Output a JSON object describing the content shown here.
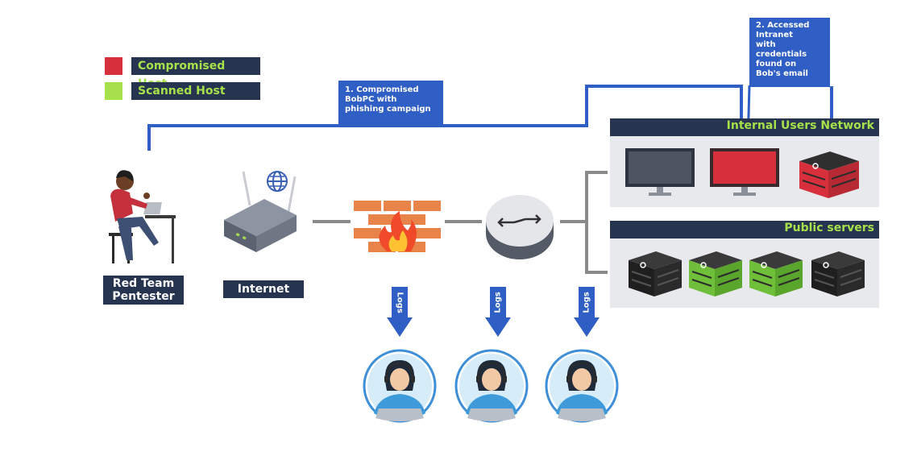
{
  "legend": {
    "items": [
      {
        "label": "Compromised Host",
        "color": "#d7303c"
      },
      {
        "label": "Scanned Host",
        "color": "#a6e04a"
      }
    ]
  },
  "callouts": {
    "step1": {
      "lines": [
        "1. Compromised",
        "BobPC with",
        "phishing campaign"
      ]
    },
    "step2": {
      "lines": [
        "2. Accessed",
        "Intranet",
        "with",
        "credentials",
        "found on",
        "Bob's email"
      ]
    }
  },
  "nodes": {
    "pentester": {
      "lines": [
        "Red Team",
        "Pentester"
      ]
    },
    "internet": {
      "label": "Internet"
    }
  },
  "panels": {
    "internal": {
      "title": "Internal Users Network"
    },
    "public": {
      "title": "Public servers"
    }
  },
  "logs": {
    "label": "Logs"
  },
  "colors": {
    "navy": "#26344f",
    "accent_green": "#a6e04a",
    "compromised_red": "#d7303c",
    "callout_blue": "#2f5fc4",
    "arrow_blue": "#2f5fc4"
  },
  "icons": [
    "globe-icon",
    "router-icon",
    "firewall-icon",
    "core-router-icon",
    "monitor-icon",
    "server-icon",
    "analyst-icon",
    "pentester-icon"
  ]
}
